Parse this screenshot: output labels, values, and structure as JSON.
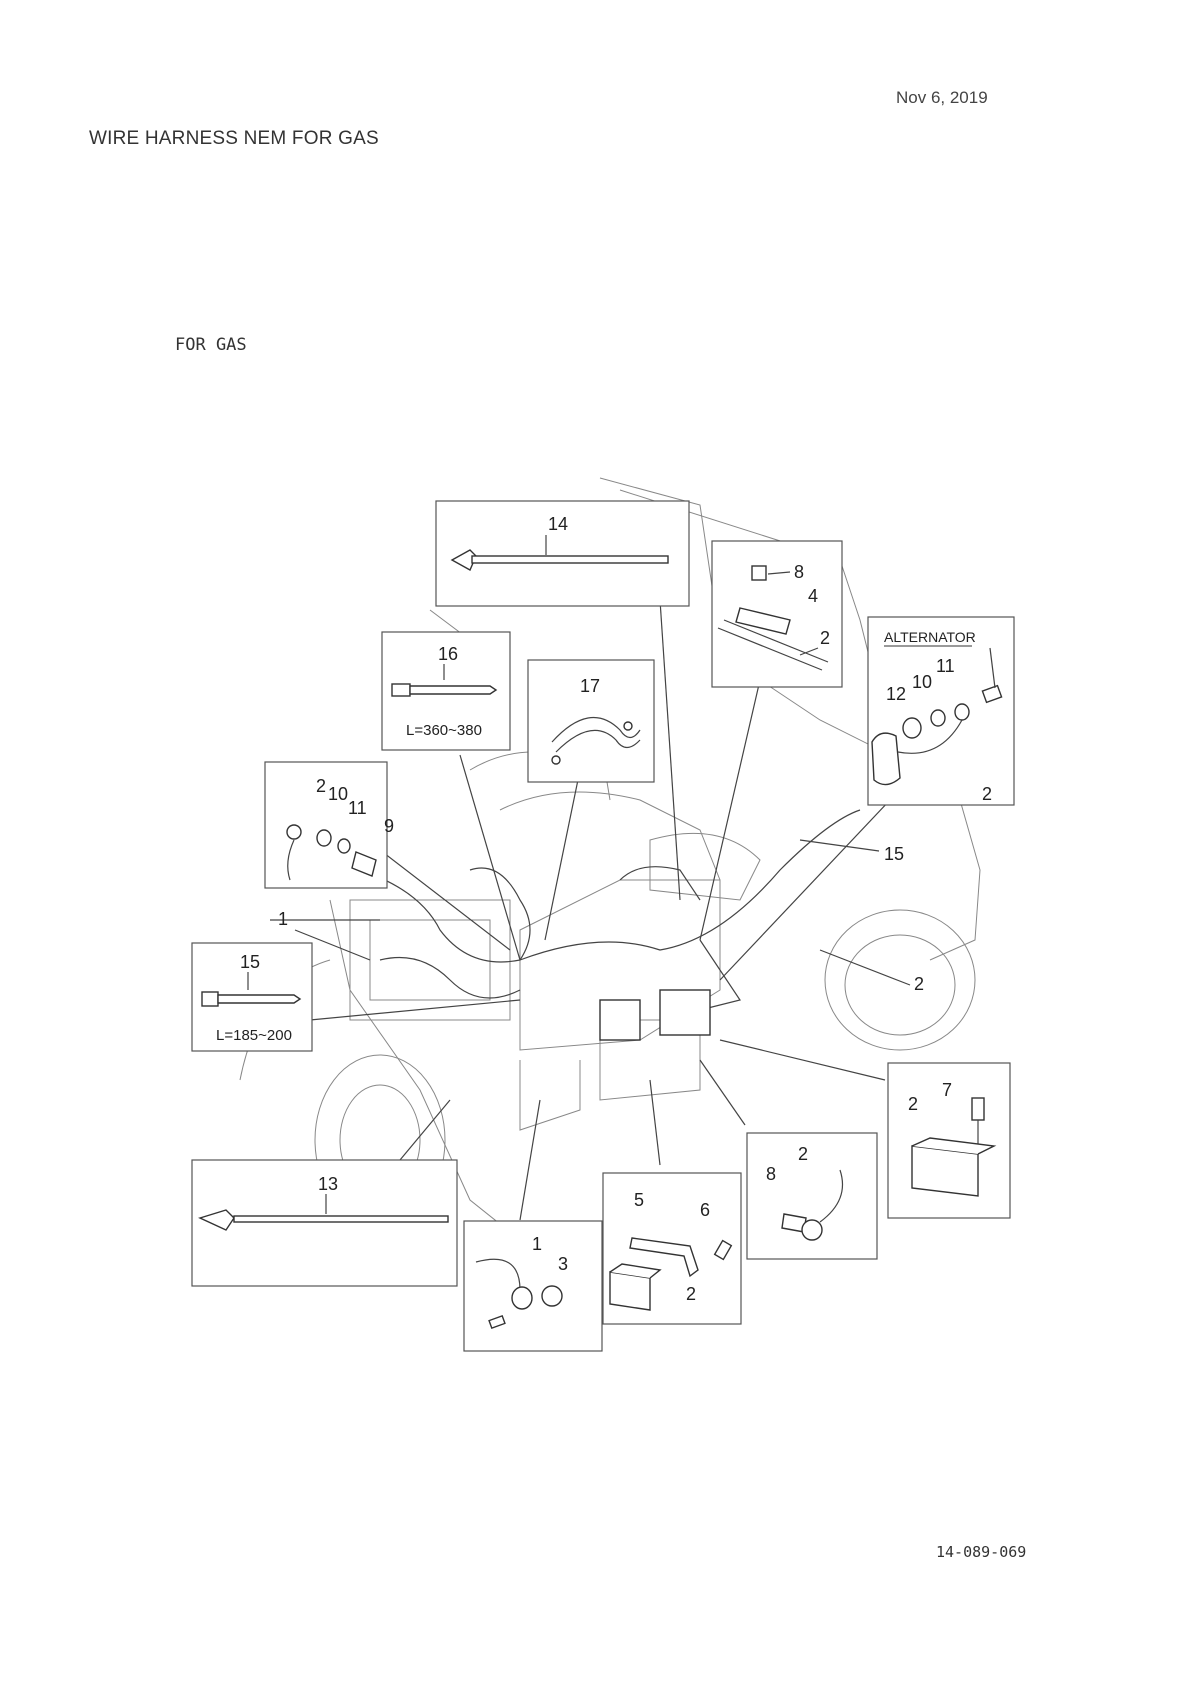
{
  "header": {
    "date": "Nov 6, 2019",
    "title": "WIRE HARNESS NEM  FOR GAS"
  },
  "subtitle": "FOR GAS",
  "footer": {
    "doc_number": "14-089-069"
  },
  "callouts": {
    "c14_top": "14",
    "c8_top": "8",
    "c4_top": "4",
    "c2_top": "2",
    "alternator": "ALTERNATOR",
    "c12_alt": "12",
    "c10_alt": "10",
    "c11_alt": "11",
    "c2_alt": "2",
    "c16": "16",
    "len16": "L=360~380",
    "c17": "17",
    "c2_left": "2",
    "c10_left": "10",
    "c11_left": "11",
    "c9_left": "9",
    "c15_right": "15",
    "c1_main": "1",
    "c2_main": "2",
    "c15_left": "15",
    "len15": "L=185~200",
    "c7_br": "7",
    "c2_br": "2",
    "c13": "13",
    "c1_bot": "1",
    "c3_bot": "3",
    "c5_bot": "5",
    "c6_bot": "6",
    "c2_bot": "2",
    "c8_bot": "8",
    "c2_bot2": "2"
  }
}
